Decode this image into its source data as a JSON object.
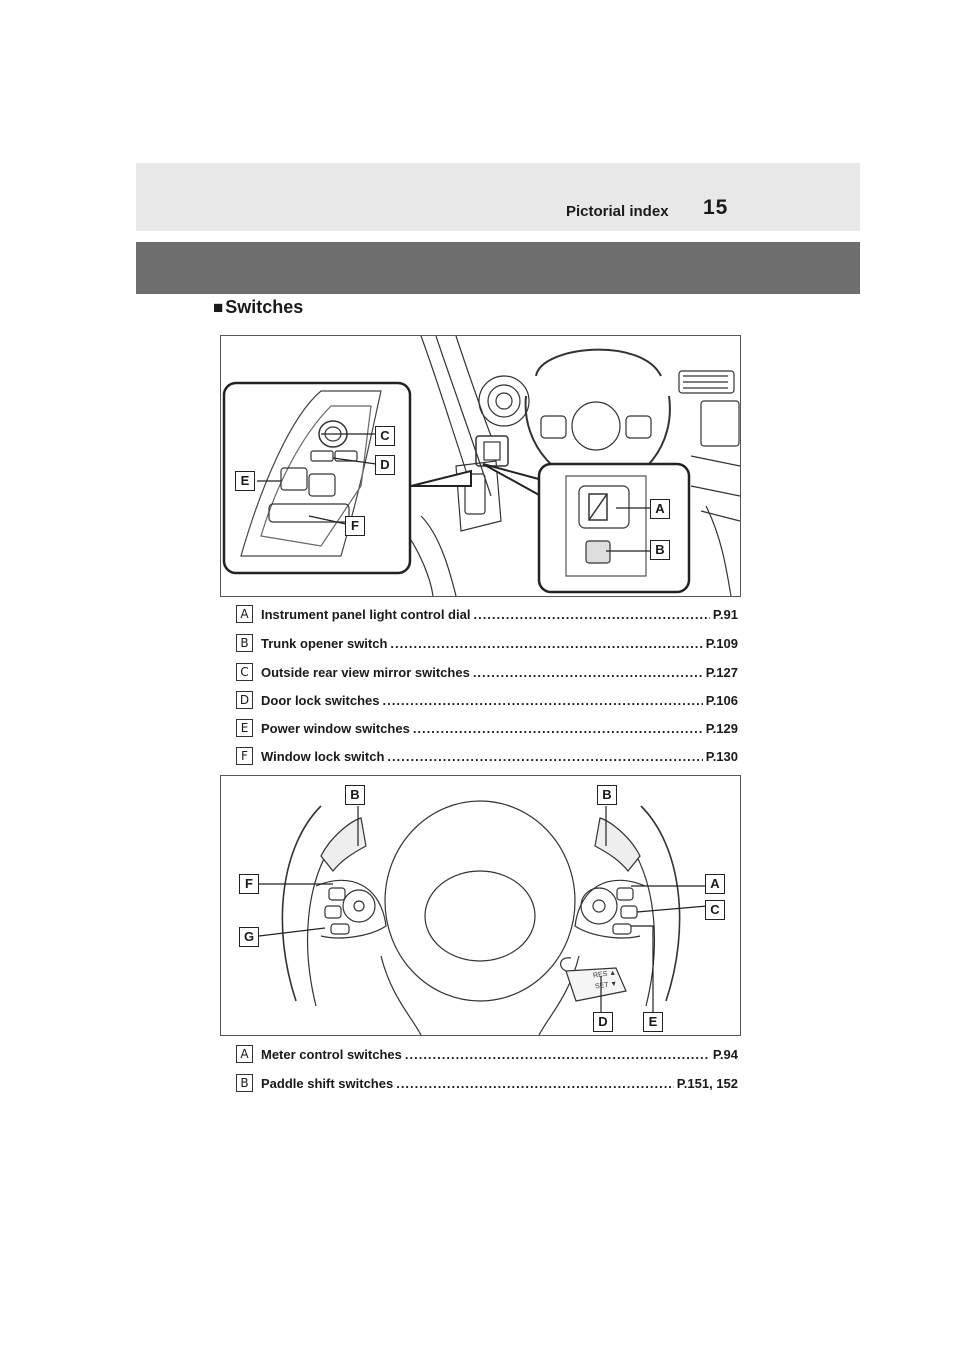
{
  "header": {
    "title": "Pictorial index",
    "page_number": "15"
  },
  "section": {
    "bullet": "■",
    "title": "Switches"
  },
  "figure1": {
    "callouts": [
      "C",
      "D",
      "E",
      "F",
      "A",
      "B"
    ]
  },
  "list1": [
    {
      "badge": "A",
      "name": "Instrument panel light control dial",
      "ref": "P.91"
    },
    {
      "badge": "B",
      "name": "Trunk opener switch",
      "ref": "P.109"
    },
    {
      "badge": "C",
      "name": "Outside rear view mirror switches",
      "ref": "P.127"
    },
    {
      "badge": "D",
      "name": "Door lock switches",
      "ref": "P.106"
    },
    {
      "badge": "E",
      "name": "Power window switches",
      "ref": "P.129"
    },
    {
      "badge": "F",
      "name": "Window lock switch",
      "ref": "P.130"
    }
  ],
  "figure2": {
    "callouts": [
      "B",
      "B",
      "F",
      "A",
      "C",
      "G",
      "D",
      "E"
    ],
    "lever_text": [
      "RES ▲",
      "SET ▼"
    ]
  },
  "list2": [
    {
      "badge": "A",
      "name": "Meter control switches",
      "ref": "P.94"
    },
    {
      "badge": "B",
      "name": "Paddle shift switches",
      "ref": "P.151, 152"
    }
  ]
}
